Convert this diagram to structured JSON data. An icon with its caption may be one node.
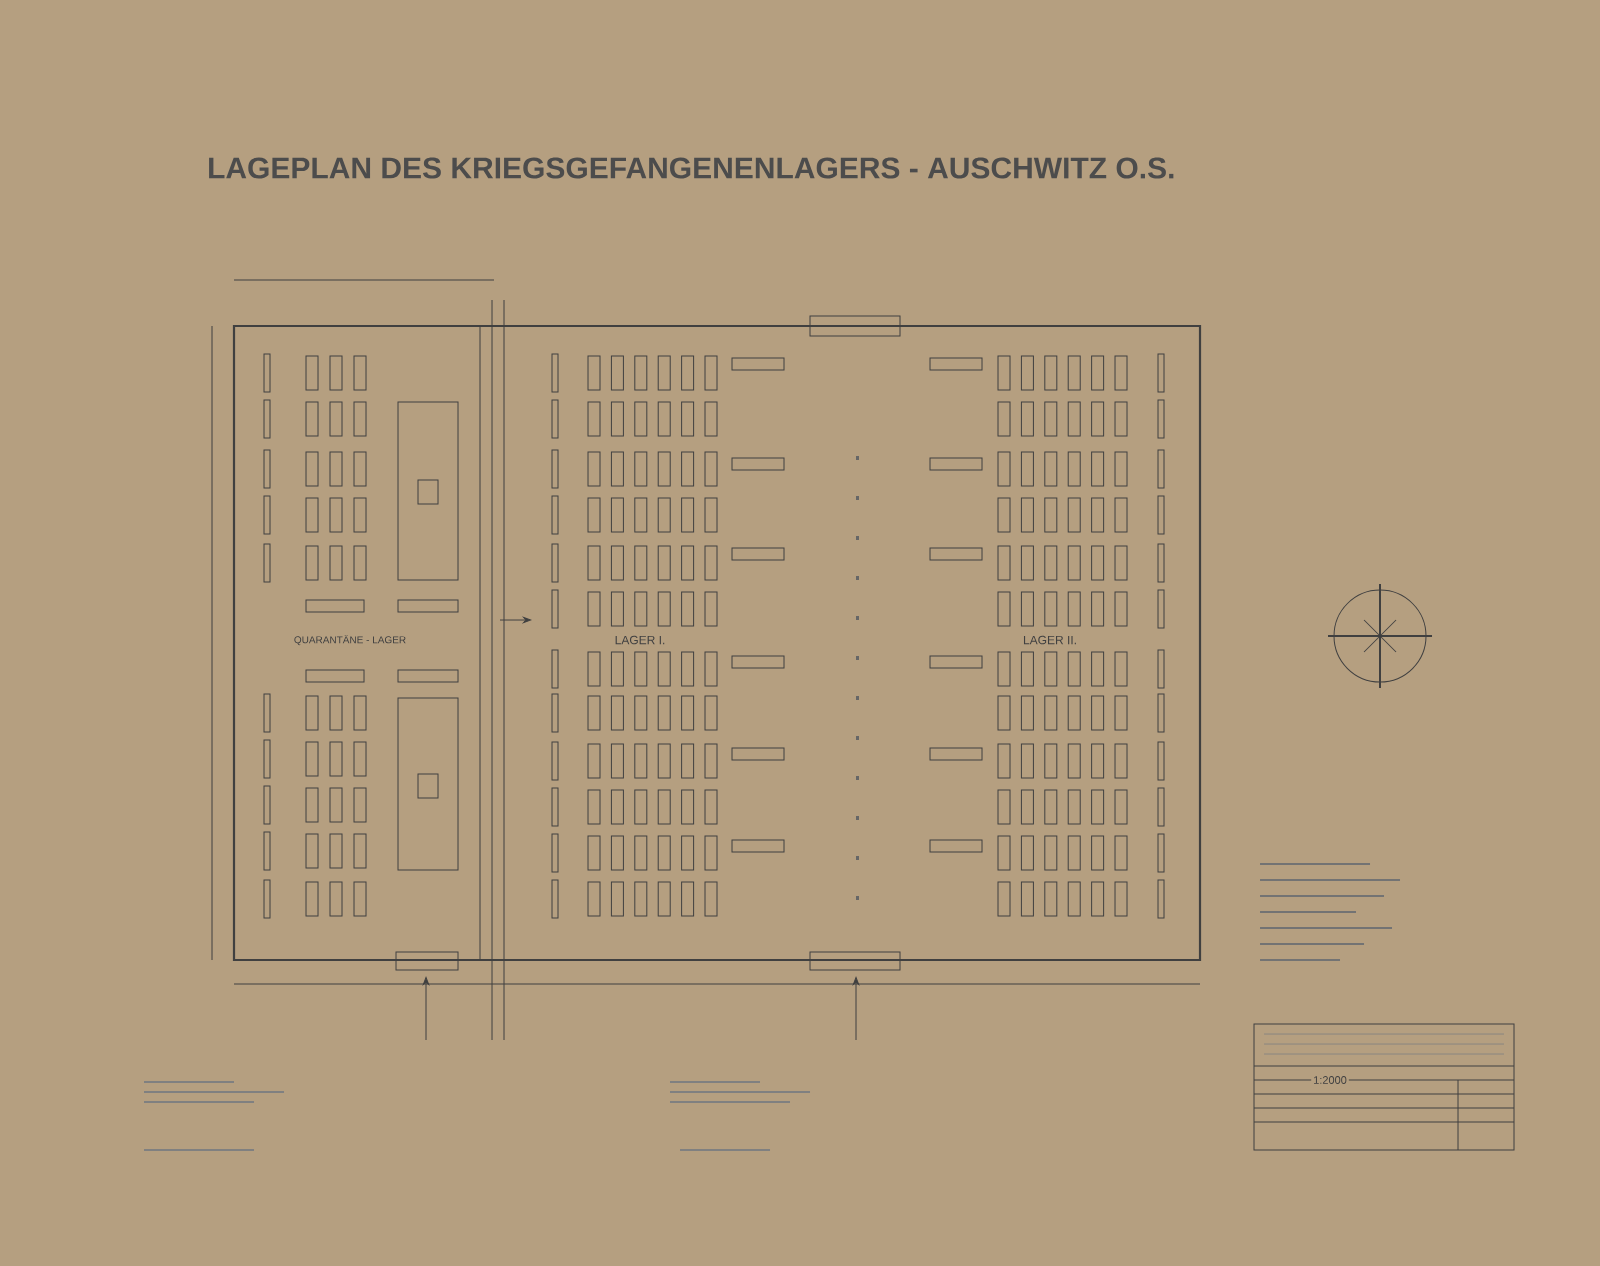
{
  "diagram": {
    "title": "LAGEPLAN DES KRIEGSGEFANGENENLAGERS - AUSCHWITZ O.S.",
    "labels": [
      "QUARANTÄNE - LAGER",
      "LAGER I.",
      "LAGER II.",
      "1:2000"
    ]
  }
}
